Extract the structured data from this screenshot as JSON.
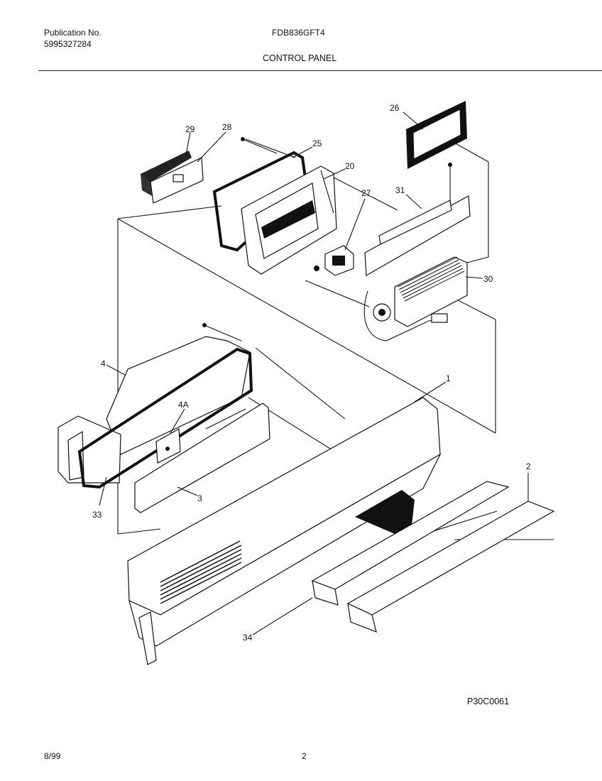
{
  "header": {
    "publication_label": "Publication No.",
    "publication_number": "5995327284",
    "model": "FDB836GFT4",
    "section_title": "CONTROL PANEL"
  },
  "diagram": {
    "callouts": [
      "26",
      "29",
      "28",
      "25",
      "20",
      "27",
      "31",
      "30",
      "4",
      "1",
      "4A",
      "2",
      "3",
      "33",
      "34"
    ],
    "figure_code": "P30C0061"
  },
  "footer": {
    "date": "8/99",
    "page": "2"
  }
}
